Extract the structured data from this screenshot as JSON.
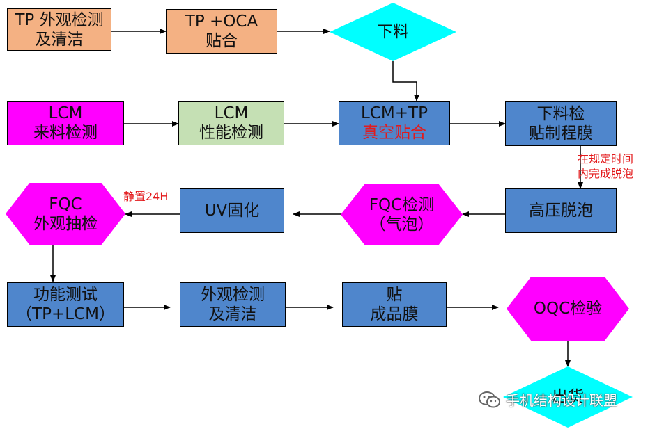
{
  "nodes": {
    "tp_inspect": {
      "line1": "TP 外观检测",
      "line2": "及清洁"
    },
    "tp_oca": {
      "line1": "TP +OCA",
      "line2": "贴合"
    },
    "unload": {
      "line1": "下料"
    },
    "lcm_incoming": {
      "line1": "LCM",
      "line2": "来料检测"
    },
    "lcm_perf": {
      "line1": "LCM",
      "line2": "性能检测"
    },
    "lcm_tp": {
      "line1": "LCM+TP",
      "line2": "真空贴合"
    },
    "unload_check": {
      "line1": "下料检",
      "line2": "贴制程膜"
    },
    "autoclave": {
      "line1": "高压脱泡"
    },
    "fqc_bubble": {
      "line1": "FQC检测",
      "line2": "（气泡）"
    },
    "uv": {
      "line1": "UV固化"
    },
    "fqc_sample": {
      "line1": "FQC",
      "line2": "外观抽检"
    },
    "func_test": {
      "line1": "功能测试",
      "line2": "（TP+LCM）"
    },
    "final_inspect": {
      "line1": "外观检测",
      "line2": "及清洁"
    },
    "film": {
      "line1": "贴",
      "line2": "成品膜"
    },
    "oqc": {
      "line1": "OQC检验"
    },
    "ship": {
      "line1": "出货"
    }
  },
  "notes": {
    "defoam_time": {
      "line1": "在规定时间",
      "line2": "内完成脱泡"
    },
    "rest": "静置24H"
  },
  "watermark": {
    "text": "手机结构设计联盟",
    "icon": "wechat-icon"
  },
  "colors": {
    "orange": "#f4b183",
    "magenta": "#ff00ff",
    "green": "#c5e0b4",
    "blue": "#4f86cc",
    "cyan": "#00ffff",
    "note_red": "#e31a1c"
  }
}
